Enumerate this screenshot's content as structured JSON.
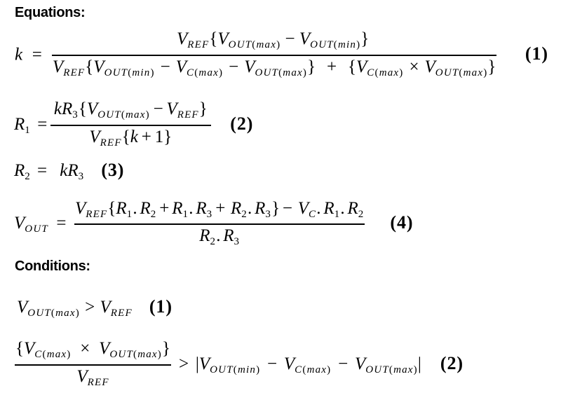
{
  "headings": {
    "equations": "Equations:",
    "conditions": "Conditions:"
  },
  "colors": {
    "text": "#000000",
    "background": "#ffffff"
  },
  "equations": [
    {
      "lhs": "k  =",
      "frac": {
        "num": "V_{REF}{V_{OUT(max)} − V_{OUT(min)}}",
        "den": "V_{REF}{V_{OUT(min)} − V_{C(max)} − V_{OUT(max)}}  +  {V_{C(max)} × V_{OUT(max)}}"
      },
      "label": "(1)"
    },
    {
      "lhs": "R_{1} =",
      "frac": {
        "num": "kR_{3}{V_{OUT(max)} − V_{REF}}",
        "den": "V_{REF}{k + 1}"
      },
      "label": "(2)"
    },
    {
      "lhs": "R_{2} =  kR_{3}",
      "label": "(3)"
    },
    {
      "lhs": "V_{OUT}  =",
      "frac": {
        "num": "V_{REF}{R_{1}. R_{2} + R_{1}. R_{3} +  R_{2}. R_{3}} −  V_{C}. R_{1}. R_{2}",
        "den": "R_{2}. R_{3}"
      },
      "label": "(4)"
    }
  ],
  "conditions": [
    {
      "lhs": "V_{OUT(max)} > V_{REF}",
      "label": "(1)"
    },
    {
      "frac": {
        "num": "{V_{C(max)} × V_{OUT(max)}}",
        "den": "V_{REF}"
      },
      "rhs": "> |V_{OUT(min)} − V_{C(max)} − V_{OUT(max)}|",
      "label": "(2)"
    }
  ]
}
